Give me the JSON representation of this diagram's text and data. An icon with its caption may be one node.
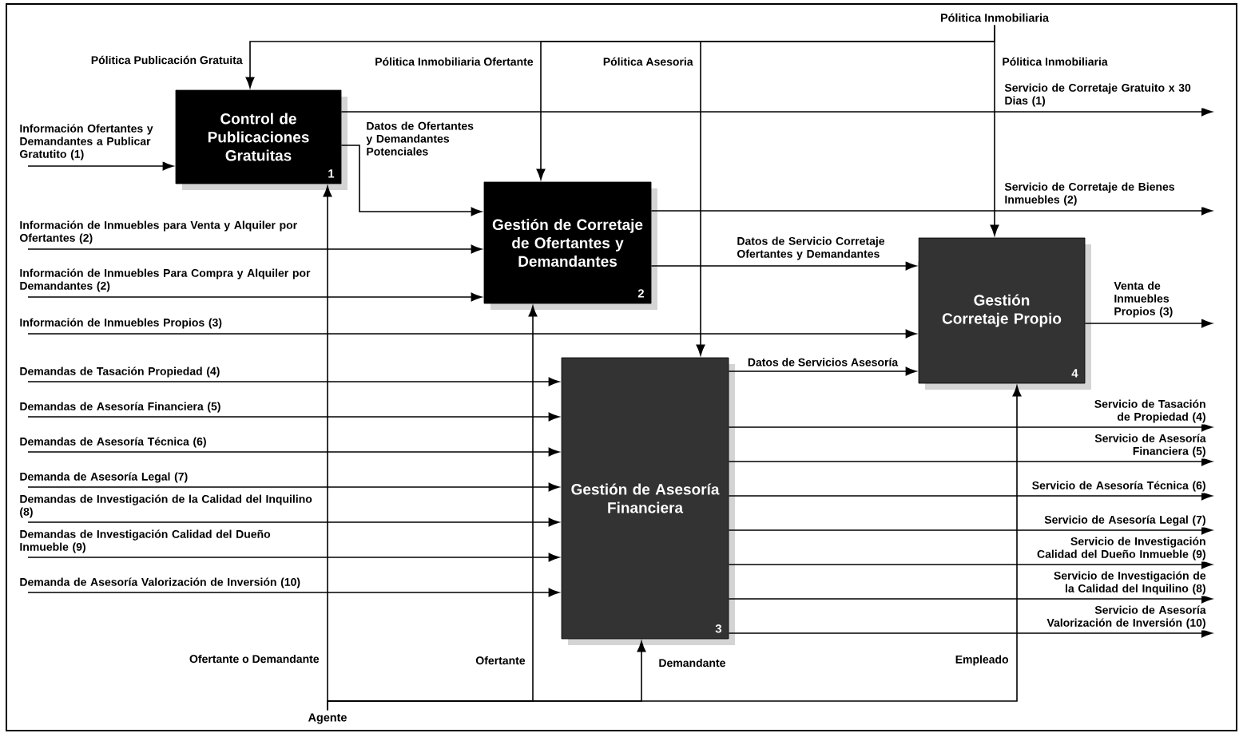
{
  "diagram": {
    "nodes": [
      {
        "text": [
          "Control de Publicaciones Gratuitas",
          "1"
        ]
      },
      {
        "text": [
          "Gestión de Corretaje de Ofertantes y Demandantes",
          "2"
        ]
      },
      {
        "text": [
          "Gestión de Asesoría Financiera",
          "3"
        ]
      },
      {
        "text": [
          "Gestión Corretaje Propio",
          "4"
        ]
      },
      {
        "text": [
          "Pólitica Inmobiliaria"
        ]
      },
      {
        "text": [
          "Agente"
        ]
      }
    ],
    "edges": [
      {
        "from": null,
        "to": 0,
        "arrow": "to",
        "label": "Información Ofertantes y Demandantes a Publicar Gratutito (1)"
      },
      {
        "from": 4,
        "to": 0,
        "arrow": "to",
        "label": "Pólitica Publicación Gratuita"
      },
      {
        "from": 4,
        "to": 1,
        "arrow": "to",
        "label": "Pólitica Inmobiliaria Ofertante"
      },
      {
        "from": 4,
        "to": 2,
        "arrow": "to",
        "label": "Pólitica Asesoria"
      },
      {
        "from": 4,
        "to": 3,
        "arrow": "to",
        "label": "Pólitica Inmobiliaria"
      },
      {
        "from": 0,
        "to": null,
        "arrow": "to",
        "label": "Servicio de Corretaje Gratuito x 30 Dias (1)"
      },
      {
        "from": 0,
        "to": 1,
        "arrow": "to",
        "label": "Datos de Ofertantes y Demandantes Potenciales"
      },
      {
        "from": null,
        "to": 1,
        "arrow": "to",
        "label": "Información de Inmuebles para Venta y Alquiler por Ofertantes (2)"
      },
      {
        "from": null,
        "to": 1,
        "arrow": "to",
        "label": "Información de Inmuebles Para Compra y Alquiler por Demandantes (2)"
      },
      {
        "from": null,
        "to": 3,
        "arrow": "to",
        "label": "Información de Inmuebles Propios (3)"
      },
      {
        "from": 1,
        "to": null,
        "arrow": "to",
        "label": "Servicio de Corretaje de Bienes Inmuebles (2)"
      },
      {
        "from": 1,
        "to": 3,
        "arrow": "to",
        "label": "Datos de Servicio Corretaje Ofertantes y Demandantes"
      },
      {
        "from": 2,
        "to": 3,
        "arrow": "to",
        "label": "Datos de Servicios Asesoría"
      },
      {
        "from": 3,
        "to": null,
        "arrow": "to",
        "label": "Venta de Inmuebles Propios (3)"
      },
      {
        "from": null,
        "to": 2,
        "arrow": "to",
        "label": "Demandas de Tasación Propiedad (4)"
      },
      {
        "from": null,
        "to": 2,
        "arrow": "to",
        "label": "Demandas de Asesoría Financiera (5)"
      },
      {
        "from": null,
        "to": 2,
        "arrow": "to",
        "label": "Demandas de Asesoría Técnica (6)"
      },
      {
        "from": null,
        "to": 2,
        "arrow": "to",
        "label": "Demanda de Asesoría Legal (7)"
      },
      {
        "from": null,
        "to": 2,
        "arrow": "to",
        "label": "Demandas de Investigación de la Calidad del Inquilino (8)"
      },
      {
        "from": null,
        "to": 2,
        "arrow": "to",
        "label": "Demandas de Investigación Calidad del Dueño Inmueble (9)"
      },
      {
        "from": null,
        "to": 2,
        "arrow": "to",
        "label": "Demanda de Asesoría Valorización de Inversión (10)"
      },
      {
        "from": 2,
        "to": null,
        "arrow": "to",
        "label": "Servicio de Tasación de Propiedad (4)"
      },
      {
        "from": 2,
        "to": null,
        "arrow": "to",
        "label": "Servicio de Asesoría Financiera (5)"
      },
      {
        "from": 2,
        "to": null,
        "arrow": "to",
        "label": "Servicio de Asesoría Técnica (6)"
      },
      {
        "from": 2,
        "to": null,
        "arrow": "to",
        "label": "Servicio de Asesoría Legal (7)"
      },
      {
        "from": 2,
        "to": null,
        "arrow": "to",
        "label": "Servicio de Investigación Calidad del Dueño Inmueble (9)"
      },
      {
        "from": 2,
        "to": null,
        "arrow": "to",
        "label": "Servicio de Investigación de la Calidad del Inquilino (8)"
      },
      {
        "from": 2,
        "to": null,
        "arrow": "to",
        "label": "Servicio de Asesoría Valorización de Inversión (10)"
      },
      {
        "from": 5,
        "to": 0,
        "arrow": "to",
        "label": "Ofertante o Demandante"
      },
      {
        "from": 5,
        "to": 1,
        "arrow": "to",
        "label": "Ofertante"
      },
      {
        "from": 5,
        "to": 2,
        "arrow": "to",
        "label": "Demandante"
      },
      {
        "from": 5,
        "to": 3,
        "arrow": "to",
        "label": "Empleado"
      }
    ]
  }
}
